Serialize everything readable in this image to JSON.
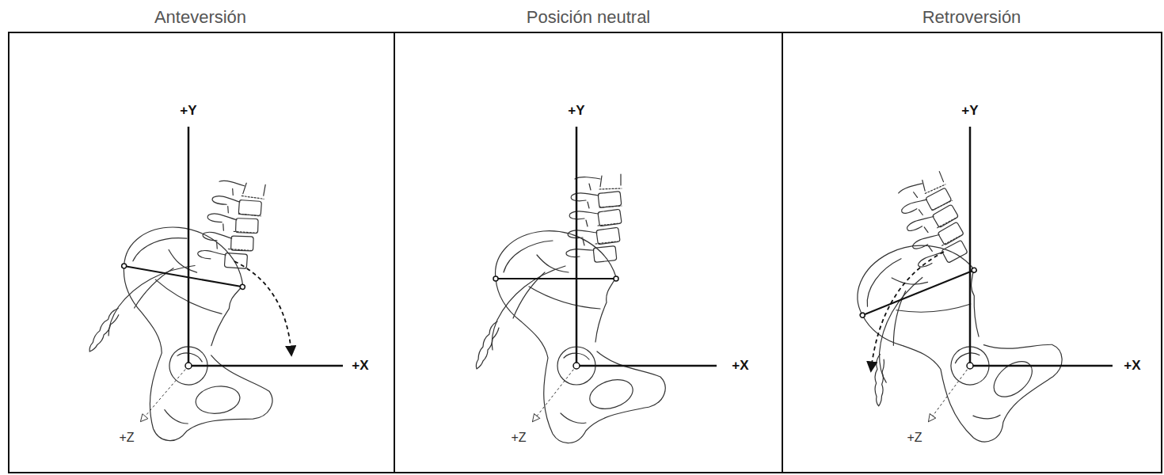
{
  "diagram": {
    "nodes": [
      {
        "text": [
          "Anteversión",
          "+Y",
          "+X",
          "+Z"
        ]
      },
      {
        "text": [
          "Posición neutral",
          "+Y",
          "+X",
          "+Z"
        ]
      },
      {
        "text": [
          "Retroversión",
          "+Y",
          "+X",
          "+Z"
        ]
      }
    ]
  }
}
